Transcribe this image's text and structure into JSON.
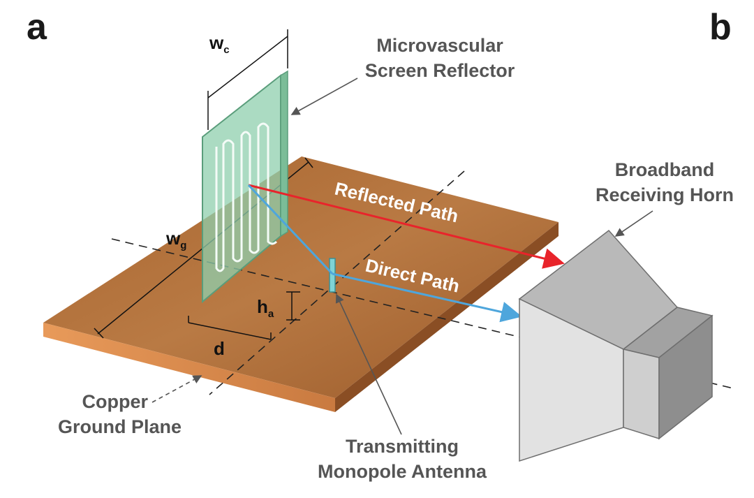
{
  "panels": {
    "a": "a",
    "b": "b"
  },
  "labels": {
    "reflector_line1": "Microvascular",
    "reflector_line2": "Screen Reflector",
    "horn_line1": "Broadband",
    "horn_line2": "Receiving Horn",
    "ground_line1": "Copper",
    "ground_line2": "Ground Plane",
    "antenna_line1": "Transmitting",
    "antenna_line2": "Monopole Antenna",
    "reflected_path": "Reflected Path",
    "direct_path": "Direct Path"
  },
  "dimensions": {
    "wc_main": "w",
    "wc_sub": "c",
    "wg_main": "w",
    "wg_sub": "g",
    "ha_main": "h",
    "ha_sub": "a",
    "d": "d"
  },
  "colors": {
    "copper_top": "#b4703c",
    "copper_side": "#d98a4e",
    "reflector": "#8fcfae",
    "reflected_ray": "#e8242b",
    "direct_ray": "#4ea6dc",
    "horn_light": "#e2e2e2",
    "horn_mid": "#b9b9b9",
    "horn_dark": "#8e8e8e"
  }
}
